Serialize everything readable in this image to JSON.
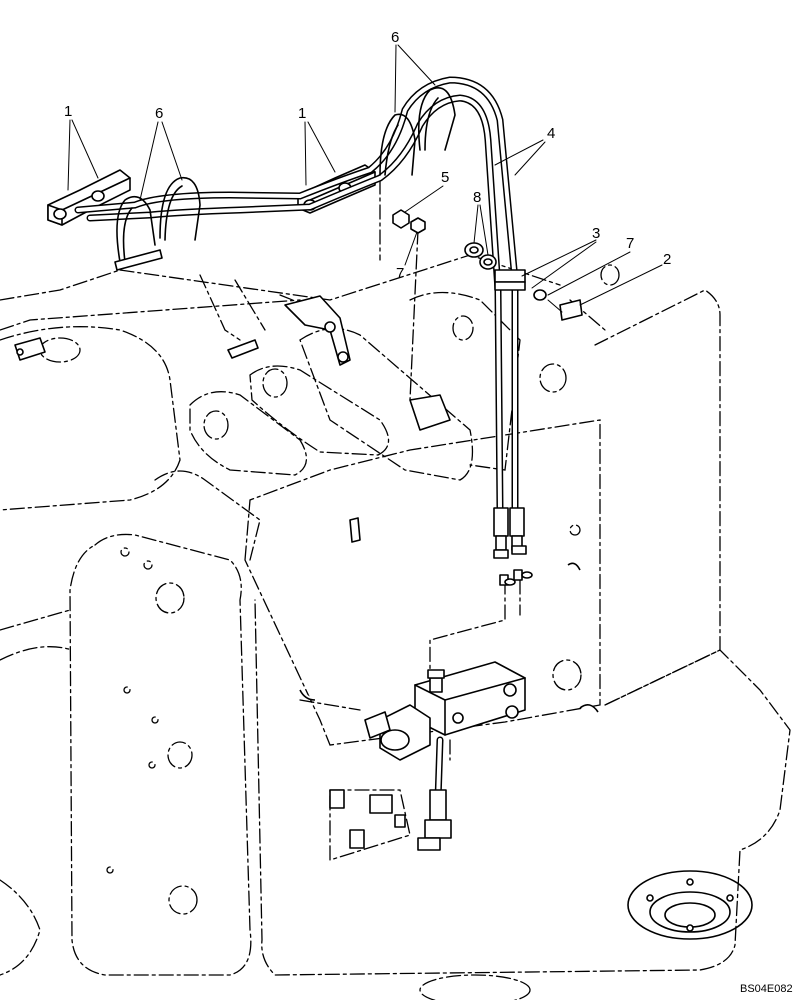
{
  "diagram": {
    "callouts": [
      {
        "id": "c1a",
        "text": "1"
      },
      {
        "id": "c1b",
        "text": "1"
      },
      {
        "id": "c6a",
        "text": "6"
      },
      {
        "id": "c6b",
        "text": "6"
      },
      {
        "id": "c4",
        "text": "4"
      },
      {
        "id": "c5",
        "text": "5"
      },
      {
        "id": "c8",
        "text": "8"
      },
      {
        "id": "c3",
        "text": "3"
      },
      {
        "id": "c7a",
        "text": "7"
      },
      {
        "id": "c7b",
        "text": "7"
      },
      {
        "id": "c2",
        "text": "2"
      }
    ],
    "drawing_code": "BS04E082"
  }
}
